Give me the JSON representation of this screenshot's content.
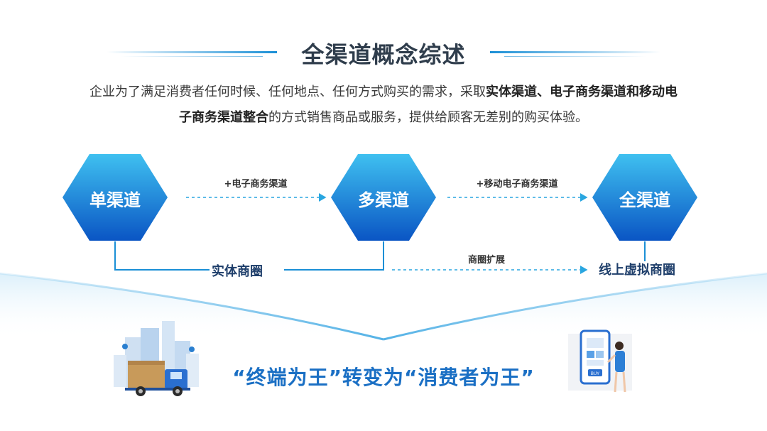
{
  "title": "全渠道概念综述",
  "intro": {
    "part1": "企业为了满足消费者任何时候、任何地点、任何方式购买的需求，采取",
    "bold": "实体渠道、电子商务渠道和移动电子商务渠道整合",
    "part2": "的方式销售商品或服务，提供给顾客无差别的购买体验。"
  },
  "stages": [
    {
      "label": "单渠道"
    },
    {
      "label": "多渠道"
    },
    {
      "label": "全渠道"
    }
  ],
  "arrows": [
    {
      "label": "+电子商务渠道"
    },
    {
      "label": "+移动电子商务渠道"
    },
    {
      "label": "商圈扩展"
    }
  ],
  "bottom": {
    "left": "实体商圈",
    "right": "线上虚拟商圈"
  },
  "slogan": "“终端为王”转变为“消费者为王”",
  "illustration": {
    "phone_button": "BUY"
  },
  "colors": {
    "hex_top": "#3fc0f0",
    "hex_bottom": "#0a55c4",
    "accent": "#1a6fc4",
    "dashed": "#29a6e0"
  },
  "icons": [
    "city-delivery-truck-icon",
    "shopping-phone-woman-icon"
  ]
}
